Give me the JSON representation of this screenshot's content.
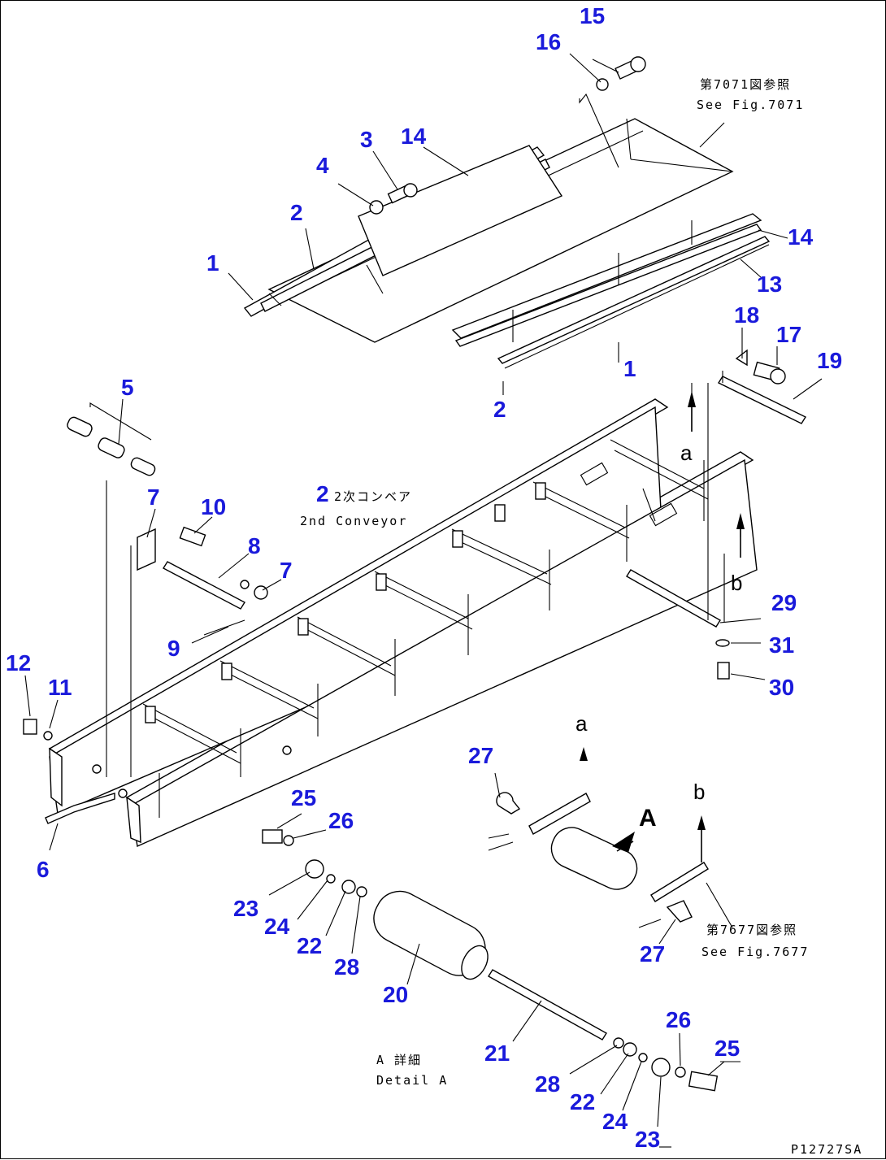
{
  "notes": {
    "see_7071_jp": "第7071図参照",
    "see_7071_en": "See Fig.7071",
    "conveyor_jp": "2次コンベア",
    "conveyor_en": "2nd Conveyor",
    "see_7677_jp": "第7677図参照",
    "see_7677_en": "See Fig.7677",
    "detail_jp": "A 詳細",
    "detail_en": "Detail A",
    "figure_code": "P12727SA"
  },
  "symbols": {
    "a": "a",
    "b": "b",
    "A": "A"
  },
  "callouts": [
    "15",
    "16",
    "3",
    "14",
    "4",
    "2",
    "1",
    "14",
    "13",
    "18",
    "17",
    "19",
    "1",
    "2",
    "5",
    "2",
    "7",
    "10",
    "8",
    "7",
    "9",
    "12",
    "11",
    "6",
    "29",
    "31",
    "30",
    "27",
    "25",
    "26",
    "23",
    "24",
    "22",
    "28",
    "20",
    "21",
    "27",
    "26",
    "25",
    "28",
    "22",
    "24",
    "23"
  ]
}
